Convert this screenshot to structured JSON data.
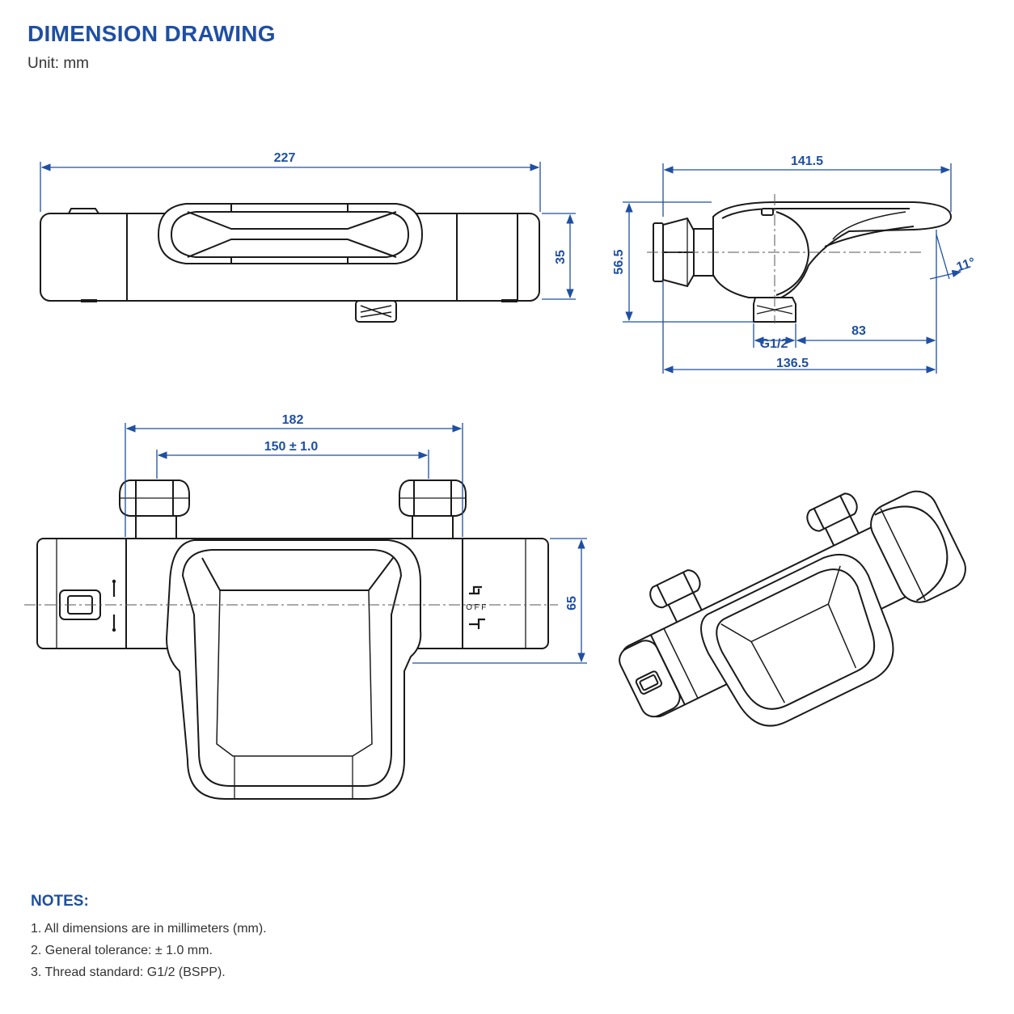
{
  "header": {
    "title": "DIMENSION DRAWING",
    "unit": "Unit: mm"
  },
  "colors": {
    "dimension": "#1f4fa3",
    "outline": "#1a1a1a"
  },
  "top_view": {
    "width": "227",
    "height": "35"
  },
  "side_view": {
    "depth": "141.5",
    "height": "56.5",
    "angle": "11°",
    "thread": "G1/2",
    "outlet_offset": "83",
    "base_depth": "136.5"
  },
  "front_view": {
    "overall_span": "182",
    "center_distance": "150 ± 1.0",
    "height": "65",
    "off_label": "OFF"
  },
  "notes": {
    "title": "NOTES:",
    "items": [
      "1.  All dimensions are in millimeters (mm).",
      "2.  General tolerance: ± 1.0 mm.",
      "3.  Thread standard: G1/2 (BSPP)."
    ]
  }
}
